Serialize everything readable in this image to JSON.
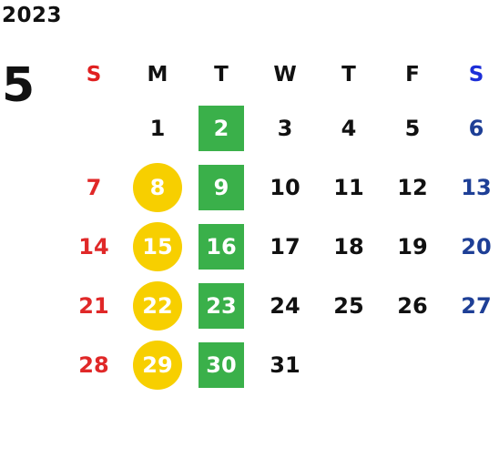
{
  "calendar": {
    "year": "2023",
    "month": "5",
    "weekdays": [
      "S",
      "M",
      "T",
      "W",
      "T",
      "F",
      "S"
    ],
    "weeks": [
      [
        "",
        "1",
        "2",
        "3",
        "4",
        "5",
        "6"
      ],
      [
        "7",
        "8",
        "9",
        "10",
        "11",
        "12",
        "13"
      ],
      [
        "14",
        "15",
        "16",
        "17",
        "18",
        "19",
        "20"
      ],
      [
        "21",
        "22",
        "23",
        "24",
        "25",
        "26",
        "27"
      ],
      [
        "28",
        "29",
        "30",
        "31",
        "",
        "",
        ""
      ]
    ],
    "highlighted_circle_days": [
      "8",
      "15",
      "22",
      "29"
    ],
    "highlighted_square_days": [
      "2",
      "9",
      "16",
      "23",
      "30"
    ]
  },
  "colors": {
    "text": "#111111",
    "sunday_header": "#e02020",
    "saturday_header": "#1d2fd8",
    "sunday_day": "#e02828",
    "saturday_day": "#1e3f96",
    "circle_fill": "#f7cf00",
    "square_fill": "#3ab04a",
    "highlight_text": "#ffffff"
  }
}
